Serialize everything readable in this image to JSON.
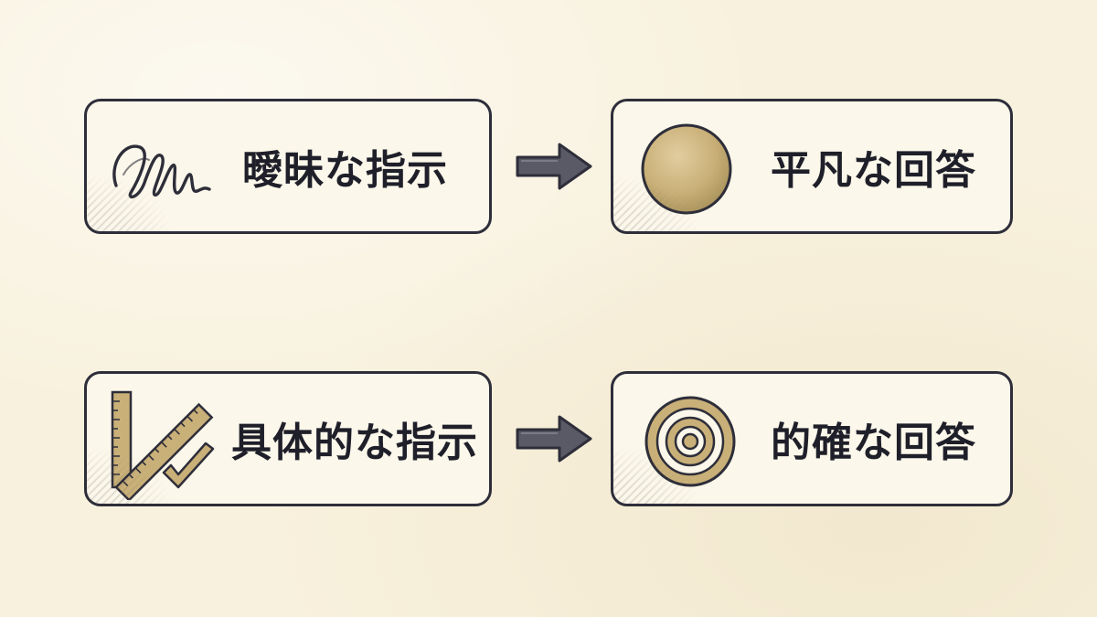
{
  "rows": [
    {
      "input": {
        "label": "曖昧な指示",
        "icon": "scribble-icon"
      },
      "arrow": {
        "icon": "right-arrow-icon"
      },
      "output": {
        "label": "平凡な回答",
        "icon": "plain-circle-icon"
      }
    },
    {
      "input": {
        "label": "具体的な指示",
        "icon": "ruler-check-icon"
      },
      "arrow": {
        "icon": "right-arrow-icon"
      },
      "output": {
        "label": "的確な回答",
        "icon": "target-icon"
      }
    }
  ],
  "colors": {
    "background": "#f8f1dd",
    "card_fill": "#fbf7ea",
    "ink": "#2e2e3a",
    "gold": "#c9b078",
    "gold_dark": "#a8915a"
  }
}
